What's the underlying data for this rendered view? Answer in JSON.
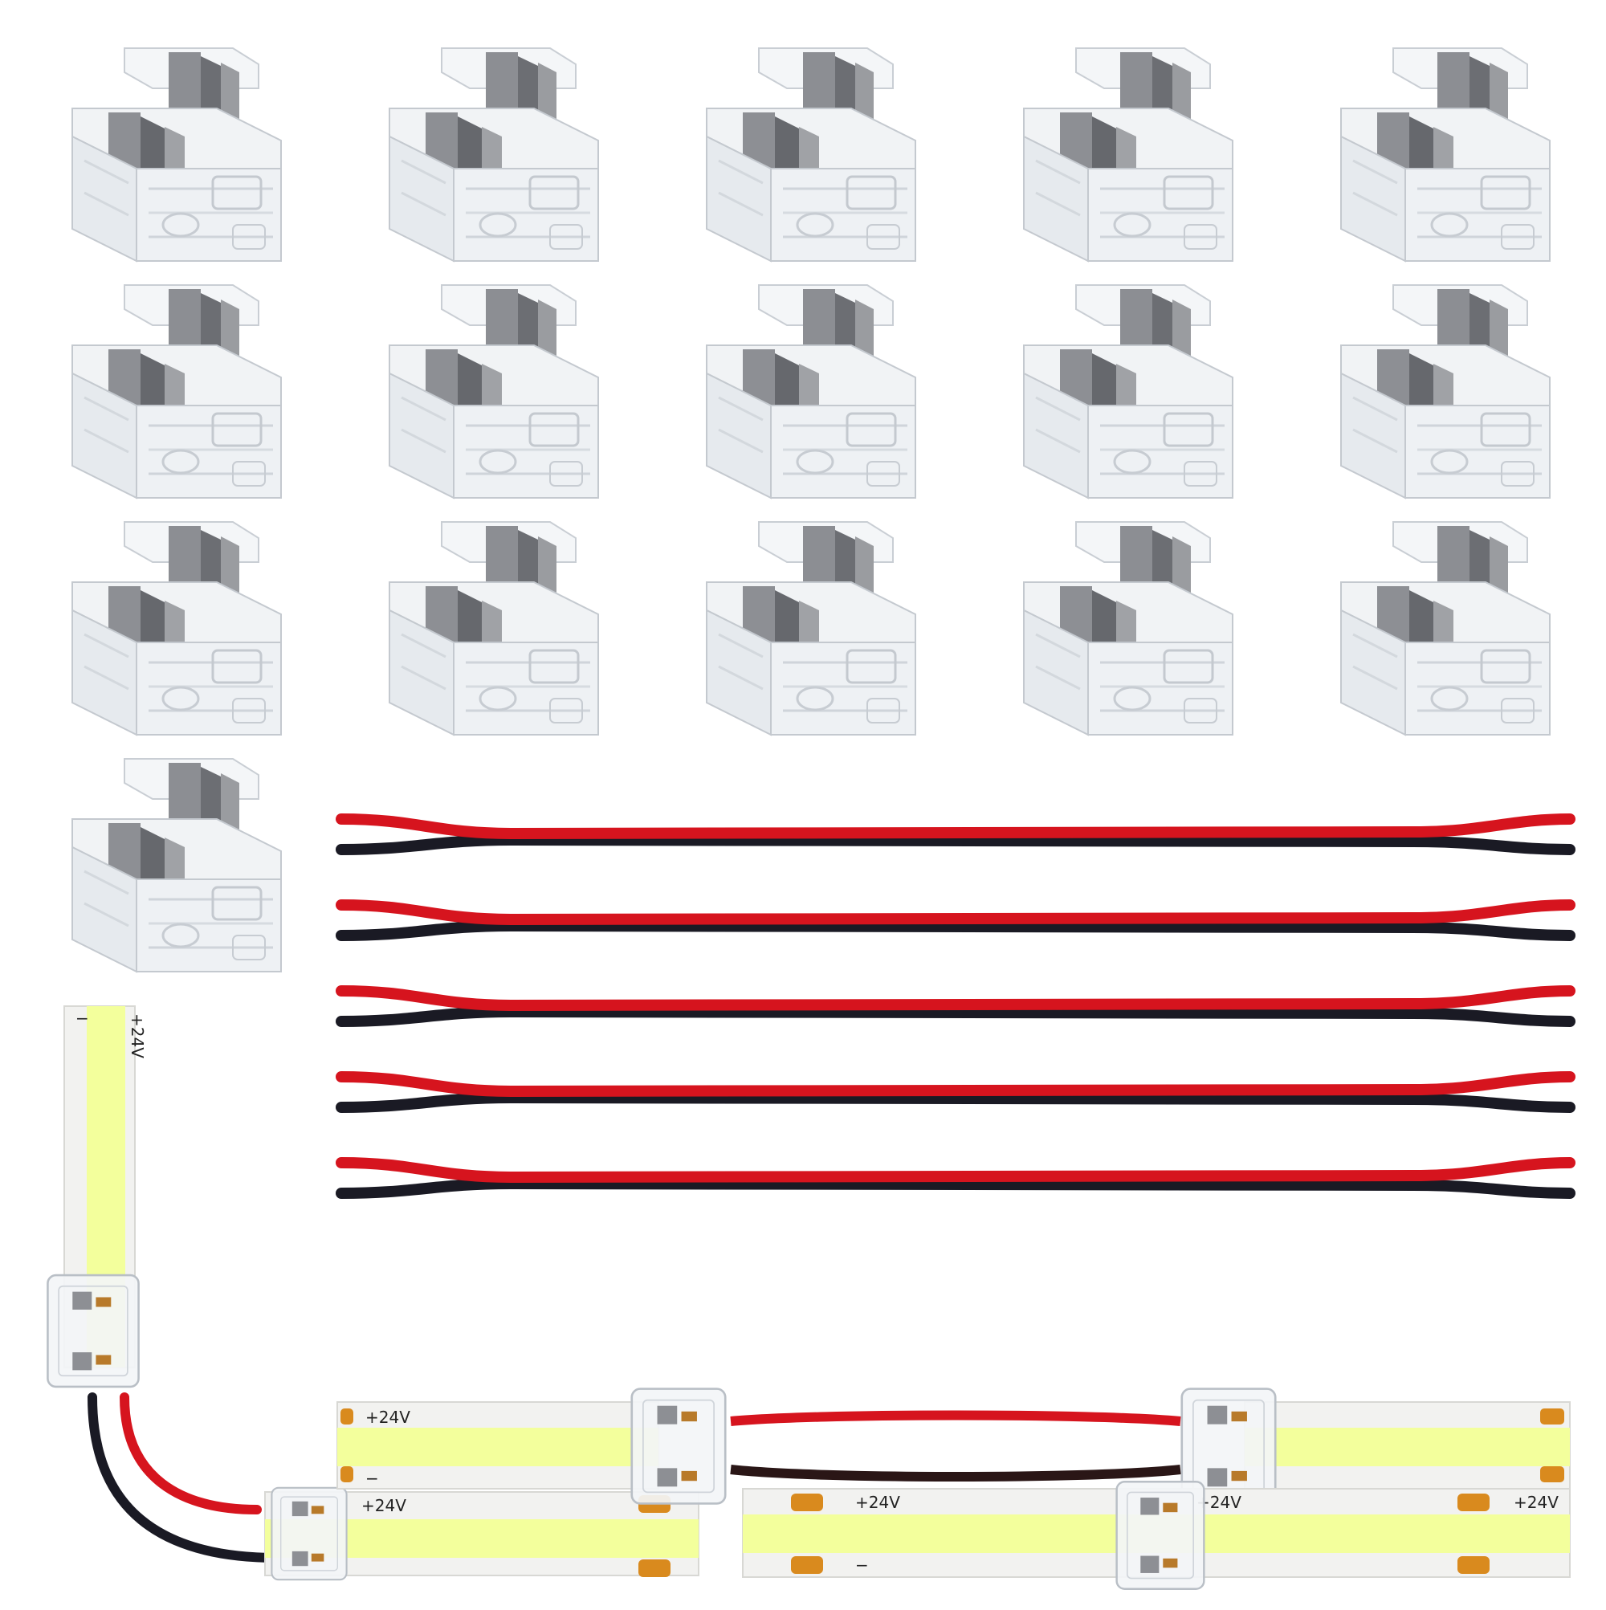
{
  "product_photo": {
    "connector_count": 16,
    "extension_wire_count": 5,
    "strip_labels": {
      "positive": "+24V",
      "negative": "−"
    },
    "colors": {
      "background": "#ffffff",
      "wire_positive": "#d6141e",
      "wire_negative": "#1a1a24",
      "cob_light": "#f3ff9c",
      "strip_pcb": "#f2f2f0",
      "solder_pad": "#d98a1e",
      "connector_body": "#eef1f4",
      "connector_metal": "#8d8f94"
    }
  }
}
